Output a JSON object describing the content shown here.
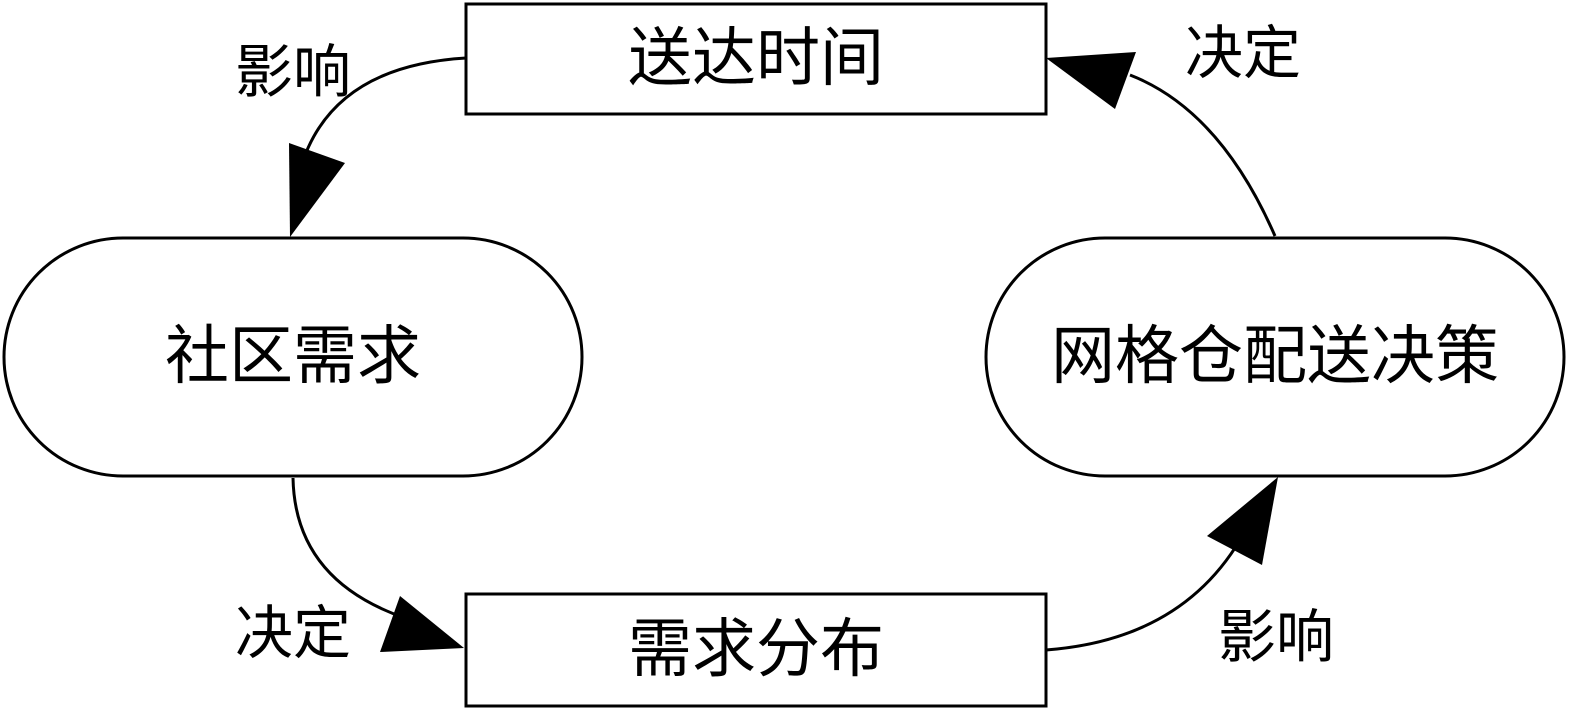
{
  "diagram": {
    "nodes": {
      "delivery_time": {
        "label": "送达时间",
        "shape": "rectangle"
      },
      "community_demand": {
        "label": "社区需求",
        "shape": "stadium"
      },
      "grid_warehouse_decision": {
        "label": "网格仓配送决策",
        "shape": "stadium"
      },
      "demand_distribution": {
        "label": "需求分布",
        "shape": "rectangle"
      }
    },
    "edges": {
      "time_to_demand": {
        "from": "delivery_time",
        "to": "community_demand",
        "label": "影响"
      },
      "demand_to_distribution": {
        "from": "community_demand",
        "to": "demand_distribution",
        "label": "决定"
      },
      "distribution_to_decision": {
        "from": "demand_distribution",
        "to": "grid_warehouse_decision",
        "label": "影响"
      },
      "decision_to_time": {
        "from": "grid_warehouse_decision",
        "to": "delivery_time",
        "label": "决定"
      }
    },
    "colors": {
      "stroke": "#000000",
      "fill": "#ffffff",
      "text": "#000000"
    }
  }
}
